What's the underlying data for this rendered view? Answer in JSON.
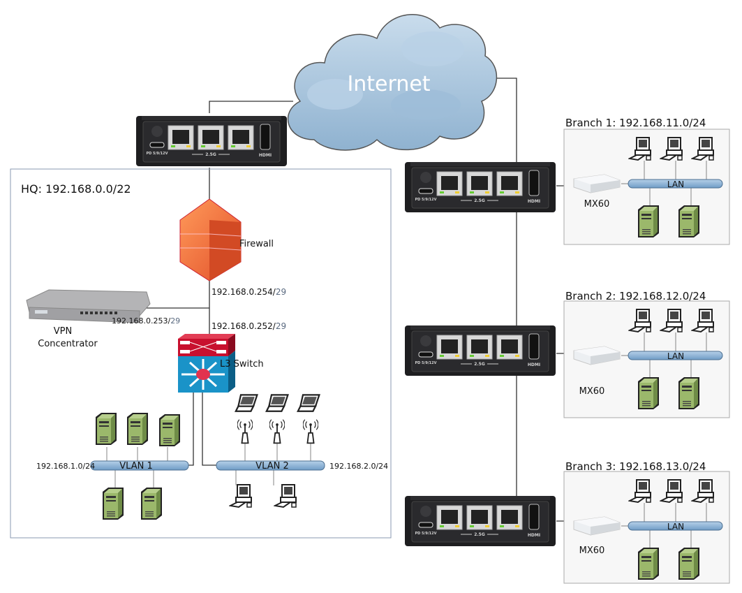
{
  "internet": {
    "label": "Internet"
  },
  "hq": {
    "title": "HQ: 192.168.0.0/22",
    "firewall": {
      "label": "Firewall",
      "ip": "192.168.0.254/",
      "mask": "29"
    },
    "vpn": {
      "label_line1": "VPN",
      "label_line2": "Concentrator",
      "ip": "192.168.0.253/",
      "mask": "29"
    },
    "switch": {
      "label": "L3 Switch",
      "ip": "192.168.0.252/",
      "mask": "29"
    },
    "vlan1": {
      "label": "VLAN 1",
      "subnet": "192.168.1.0/24"
    },
    "vlan2": {
      "label": "VLAN 2",
      "subnet": "192.168.2.0/24"
    }
  },
  "branches": [
    {
      "title": "Branch 1: 192.168.11.0/24",
      "device": "MX60",
      "lan": "LAN"
    },
    {
      "title": "Branch 2: 192.168.12.0/24",
      "device": "MX60",
      "lan": "LAN"
    },
    {
      "title": "Branch 3: 192.168.13.0/24",
      "device": "MX60",
      "lan": "LAN"
    }
  ],
  "router": {
    "port_label": "2.5G",
    "hdmi_label": "HDMI",
    "power_label": "PD 5/9/12V"
  },
  "colors": {
    "cloud": "#a9c6de",
    "firewall": "#f0683a",
    "switch_top": "#c8102e",
    "switch_body": "#1a93c8",
    "bus": "#8db3d6",
    "server": "#9bb86b",
    "mask": "#5a6a80"
  }
}
